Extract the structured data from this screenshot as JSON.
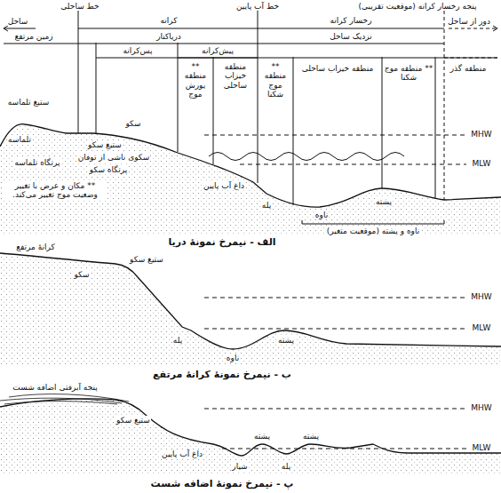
{
  "diagram": {
    "labels": [
      "پنجه رخسار کرانه (موقعیت تقریبی)",
      "خط ساحلی",
      "خط آب پایین",
      "ساحل",
      "کرانه",
      "رخسار کرانه",
      "دور از ساحل",
      "زمین مرتفع",
      "دریاکنار",
      "نزدیک ساحل",
      "پس‌کرانه",
      "پیش‌کرانه",
      "** منطقه یورش موج",
      "منطقه خیزاب ساحلی",
      "** منطقه موج شکنا",
      "منطقه خیزاب ساحلی",
      "** منطقه موج شکنا",
      "منطقه گذر",
      "ستیغ تلماسه",
      "تلماسه",
      "پرتگاه تلماسه",
      "ستیغ سکو",
      "سکوی ناشی از توفان",
      "پرتگاه سکو",
      "سکو",
      "MHW",
      "MLW",
      "داغ آب پایین",
      "پله",
      "ناوه",
      "پشته",
      "** مکان و عرض با تغییر وضعیت موج تغییر می‌کند.",
      "ناوه و پشته (موقعیت متغیر)",
      "الف - نیمرخ نمونهٔ دریا",
      "کرانهٔ مرتفع",
      "ستیغ سکو",
      "سکو",
      "MHW",
      "MLW",
      "پله",
      "ناوه",
      "پشته",
      "ب - نیمرخ نمونهٔ کرانهٔ مرتفع",
      "پنجه آبرفتی اضافه شست",
      "ستیغ سکو",
      "MHW",
      "MLW",
      "داغ آب پایین",
      "شیار",
      "پشته",
      "پله",
      "پشته",
      "پ - نیمرخ نمونهٔ اضافه شست"
    ]
  }
}
